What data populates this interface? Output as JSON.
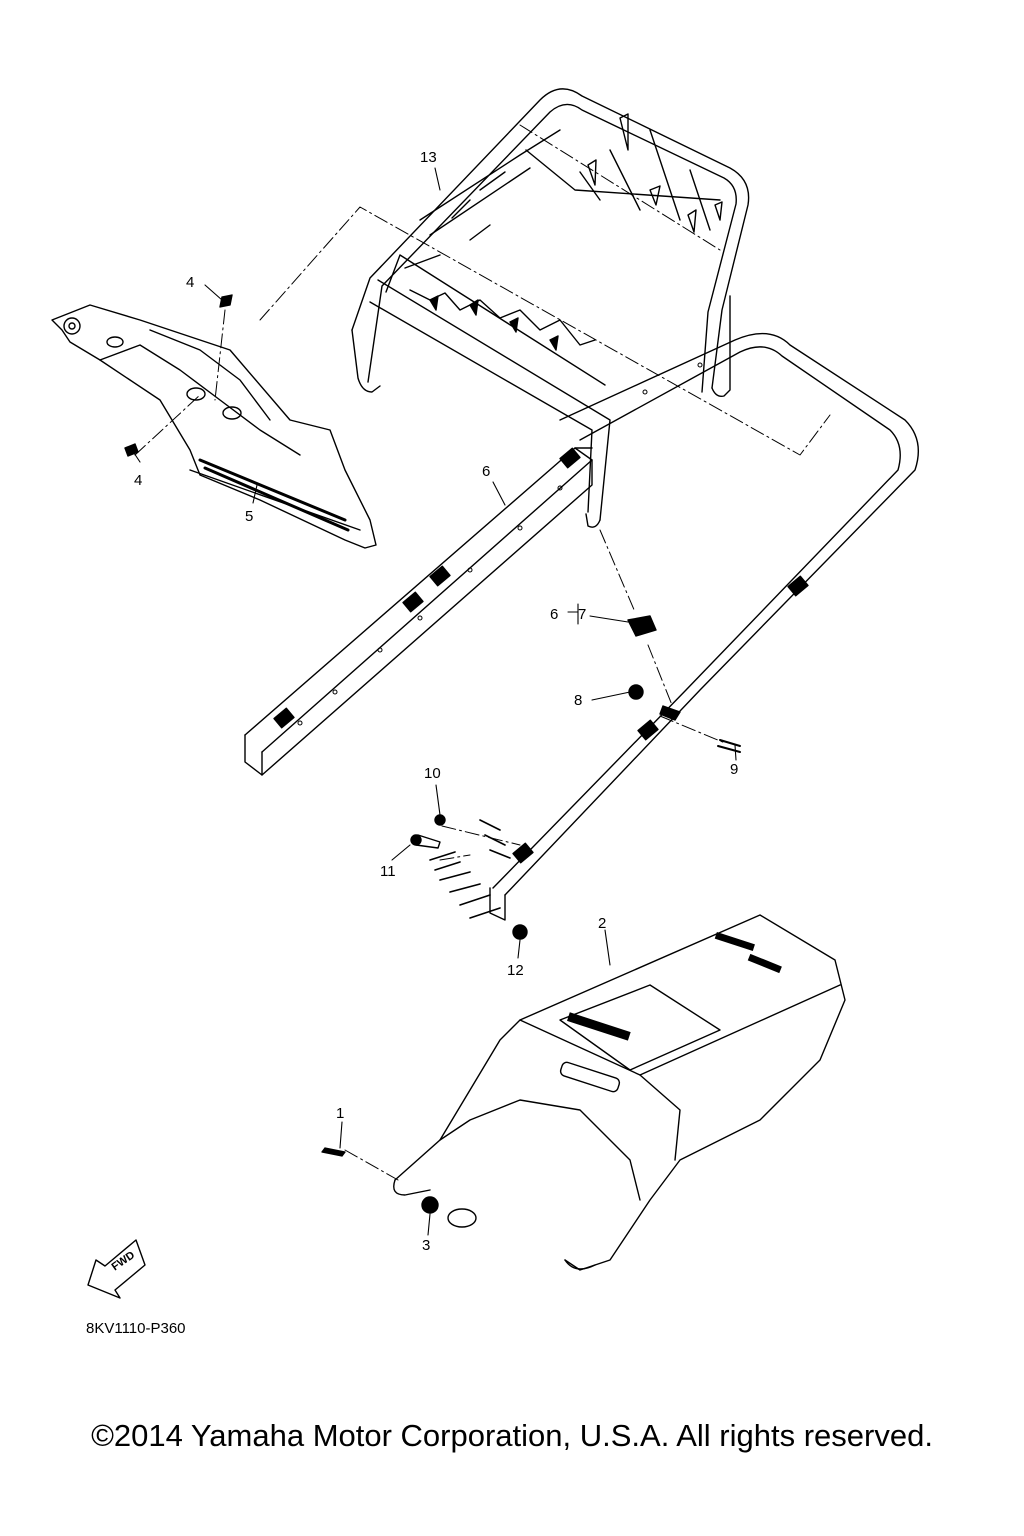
{
  "diagram": {
    "callouts": {
      "c1": "1",
      "c2": "2",
      "c3": "3",
      "c4a": "4",
      "c4b": "4",
      "c5": "5",
      "c6a": "6",
      "c6b": "6",
      "c7": "7",
      "c8": "8",
      "c9": "9",
      "c10": "10",
      "c11": "11",
      "c12": "12",
      "c13": "13"
    },
    "fwd_label": "FWD",
    "drawing_code": "8KV1110-P360",
    "copyright": "©2014 Yamaha Motor Corporation, U.S.A. All rights reserved.",
    "icons": [
      "fwd-arrow-icon"
    ]
  }
}
